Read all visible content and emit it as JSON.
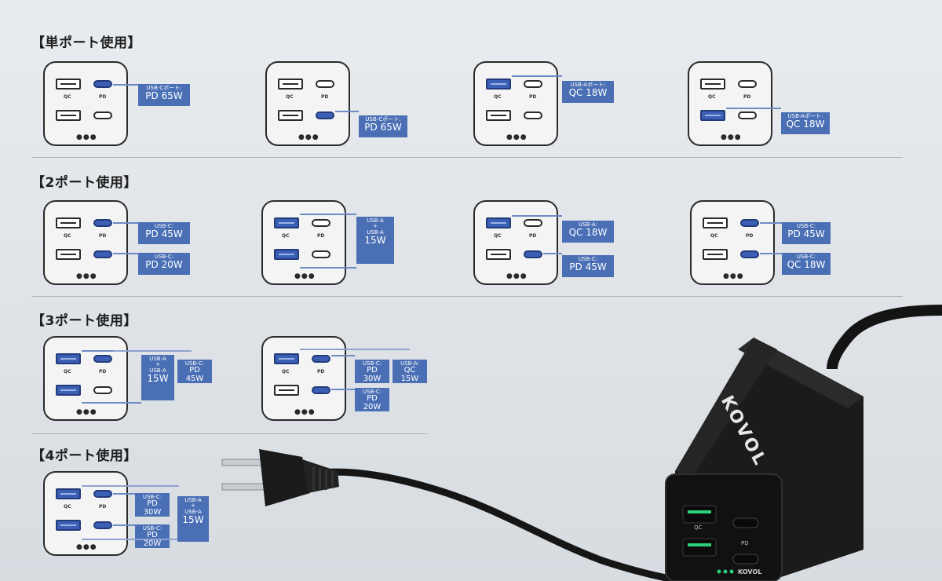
{
  "sections": [
    {
      "title": "【単ポート使用】"
    },
    {
      "title": "【2ポート使用】"
    },
    {
      "title": "【3ポート使用】"
    },
    {
      "title": "【4ポート使用】"
    }
  ],
  "port_labels": {
    "qc": "QC",
    "pd": "PD"
  },
  "tags": {
    "s1a": {
      "s": "USB-Cポート:",
      "b": "PD 65W"
    },
    "s1b": {
      "s": "USB-Cポート:",
      "b": "PD 65W"
    },
    "s1c": {
      "s": "USB-Aポート:",
      "b": "QC 18W"
    },
    "s1d": {
      "s": "USB-Aポート:",
      "b": "QC 18W"
    },
    "s2a1": {
      "s": "USB-C:",
      "b": "PD 45W"
    },
    "s2a2": {
      "s": "USB-C:",
      "b": "PD 20W"
    },
    "s2b": {
      "s1": "USB-A",
      "plus": "+",
      "s2": "USB-A",
      "b": "15W"
    },
    "s2c1": {
      "s": "USB-A:",
      "b": "QC 18W"
    },
    "s2c2": {
      "s": "USB-C:",
      "b": "PD 45W"
    },
    "s2d1": {
      "s": "USB-C:",
      "b": "PD 45W"
    },
    "s2d2": {
      "s": "USB-C:",
      "b": "QC 18W"
    },
    "s3a1": {
      "s1": "USB-A",
      "plus": "+",
      "s2": "USB-A",
      "b": "15W"
    },
    "s3a2": {
      "s": "USB-C:",
      "b": "PD 45W"
    },
    "s3b1": {
      "s": "USB-C:",
      "b": "PD 30W"
    },
    "s3b2": {
      "s": "USB-A:",
      "b": "QC 15W"
    },
    "s3b3": {
      "s": "USB-C:",
      "b": "PD 20W"
    },
    "s4a1": {
      "s": "USB-C:",
      "b": "PD 30W"
    },
    "s4a2": {
      "s": "USB-C:",
      "b": "PD 20W"
    },
    "s4a3": {
      "s1": "USB-A",
      "plus": "+",
      "s2": "USB-A",
      "b": "15W"
    }
  },
  "product": {
    "brand": "KOVOL",
    "brand_small": "KOVOL",
    "qc": "QC",
    "pd": "PD"
  },
  "colors": {
    "accent": "#4a6fb5",
    "port_active": "#3a5fb5",
    "device": "#1c1c1c"
  }
}
